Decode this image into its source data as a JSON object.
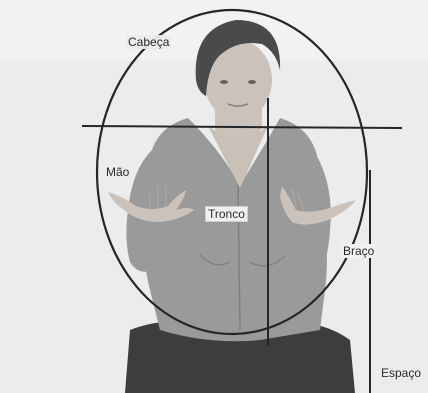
{
  "labels": {
    "head": "Cabeça",
    "hand": "Mão",
    "torso": "Tronco",
    "arm": "Braço",
    "space": "Espaço"
  },
  "colors": {
    "background": "#ececec",
    "lines": "#262626",
    "blouse": "#9a9a9a",
    "skin": "#cbc3bb",
    "hair": "#4a4a4a",
    "pants": "#3d3d3d"
  }
}
